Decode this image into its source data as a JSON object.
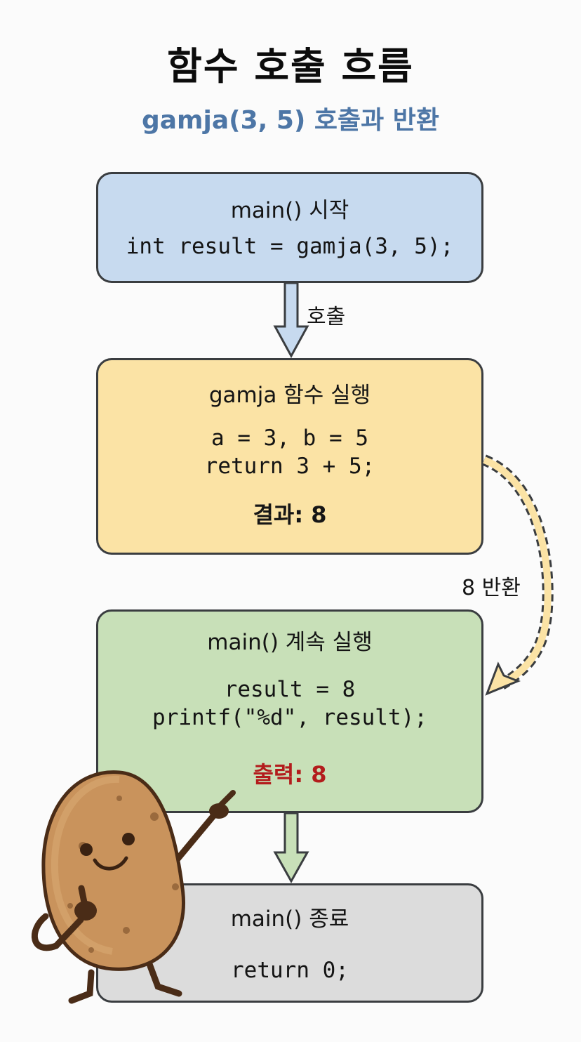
{
  "header": {
    "title": "함수 호출 흐름",
    "subtitle": "gamja(3, 5) 호출과 반환"
  },
  "boxes": [
    {
      "id": "start",
      "heading": "main() 시작",
      "code": [
        "int result = gamja(3, 5);"
      ],
      "result": "",
      "color": "#c7daef"
    },
    {
      "id": "gamja",
      "heading": "gamja 함수 실행",
      "code": [
        "a = 3, b = 5",
        "return 3 + 5;"
      ],
      "result": "결과: 8",
      "color": "#fbe3a5"
    },
    {
      "id": "continue",
      "heading": "main() 계속 실행",
      "code": [
        "result = 8",
        "printf(\"%d\", result);"
      ],
      "result": "출력: 8",
      "result_color": "#b31c1c",
      "color": "#c8e0b8"
    },
    {
      "id": "end",
      "heading": "main() 종료",
      "code": [
        "return 0;"
      ],
      "result": "",
      "color": "#dcdcdc"
    }
  ],
  "arrows": {
    "call_label": "호출",
    "return_label": "8 반환"
  },
  "mascot": {
    "icon": "potato-mascot-icon"
  }
}
